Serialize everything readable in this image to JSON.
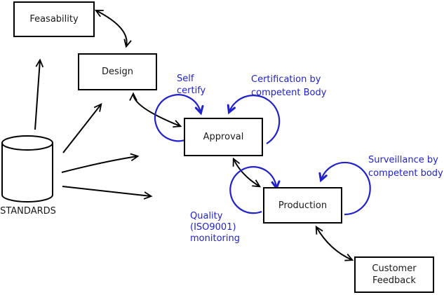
{
  "title": "Standards-driven product lifecycle diagram",
  "colors": {
    "background": "#ffffff",
    "line": "#000000",
    "annotation": "#2222cc"
  },
  "nodes": {
    "feasability": {
      "label": "Feasability"
    },
    "design": {
      "label": "Design"
    },
    "approval": {
      "label": "Approval"
    },
    "production": {
      "label": "Production"
    },
    "customer_feedback": {
      "line1": "Customer",
      "line2": "Feedback"
    },
    "standards": {
      "label": "STANDARDS",
      "shape": "cylinder"
    }
  },
  "annotations": {
    "self_certify": {
      "line1": "Self",
      "line2": "certify"
    },
    "certification": {
      "line1": "Certification by",
      "line2": "competent Body"
    },
    "surveillance": {
      "line1": "Surveillance by",
      "line2": "competent body"
    },
    "quality": {
      "line1": "Quality",
      "line2": "(ISO9001)",
      "line3": "monitoring"
    }
  },
  "edges": [
    {
      "from": "feasability",
      "to": "design",
      "bidirectional": true,
      "color": "#000000"
    },
    {
      "from": "design",
      "to": "approval",
      "bidirectional": true,
      "color": "#000000"
    },
    {
      "from": "approval",
      "to": "production",
      "bidirectional": true,
      "color": "#000000"
    },
    {
      "from": "production",
      "to": "customer_feedback",
      "bidirectional": true,
      "color": "#000000"
    },
    {
      "from": "standards",
      "to": "feasability",
      "bidirectional": false,
      "color": "#000000"
    },
    {
      "from": "standards",
      "to": "design",
      "bidirectional": false,
      "color": "#000000"
    },
    {
      "from": "standards",
      "to": "approval",
      "bidirectional": false,
      "color": "#000000"
    },
    {
      "from": "standards",
      "to": "production",
      "bidirectional": false,
      "color": "#000000"
    },
    {
      "type": "self-loop",
      "on": "approval",
      "side": "left",
      "label": "Self certify",
      "color": "#2222cc"
    },
    {
      "type": "self-loop",
      "on": "approval",
      "side": "right",
      "label": "Certification by competent Body",
      "color": "#2222cc"
    },
    {
      "type": "self-loop",
      "on": "production",
      "side": "left",
      "label": "Quality (ISO9001) monitoring",
      "color": "#2222cc"
    },
    {
      "type": "self-loop",
      "on": "production",
      "side": "right",
      "label": "Surveillance by competent body",
      "color": "#2222cc"
    }
  ]
}
